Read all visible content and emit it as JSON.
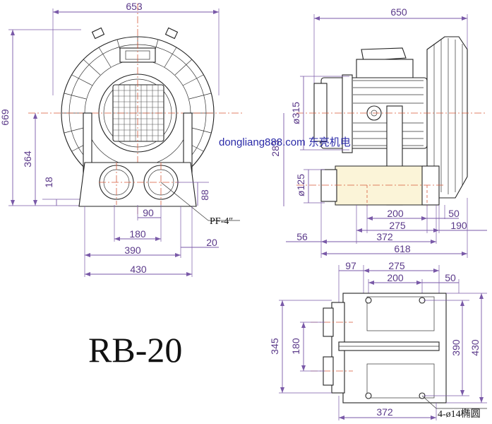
{
  "title": "RB-20",
  "watermark": "dongliang888.com 东亮机电",
  "front_view": {
    "width_top": "653",
    "height_total": "669",
    "height_center": "364",
    "foot_height": "18",
    "outlet_height": "88",
    "port_spacing_small": "90",
    "port_spacing": "180",
    "base_width_inner": "390",
    "base_width_outer": "430",
    "base_margin": "20",
    "port_label": "PF-4″"
  },
  "side_view": {
    "length_total": "650",
    "diameter_315": "ø315",
    "height_283": "283",
    "diameter_125": "ø125",
    "dim_200": "200",
    "dim_50": "50",
    "dim_275": "275",
    "dim_190": "190",
    "dim_56": "56",
    "dim_372": "372",
    "dim_618": "618"
  },
  "bottom_view": {
    "dim_97": "97",
    "dim_275": "275",
    "dim_200": "200",
    "dim_50": "50",
    "dim_345": "345",
    "dim_180": "180",
    "dim_390": "390",
    "dim_430": "430",
    "dim_372": "372",
    "hole_label": "4-ø14椭圆"
  }
}
